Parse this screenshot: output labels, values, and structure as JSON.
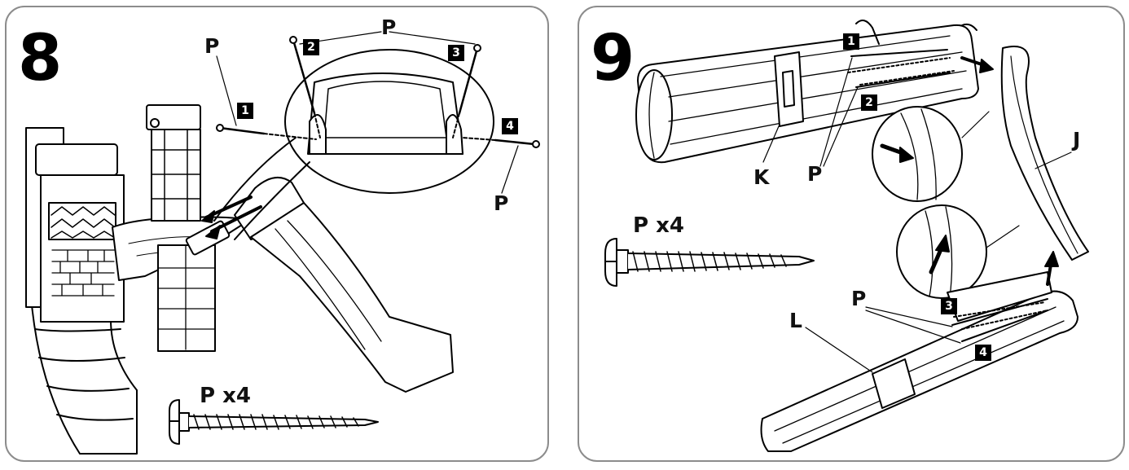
{
  "steps": [
    {
      "number": "8",
      "labels": {
        "p_top": "P",
        "p_left": "P",
        "p_right": "P",
        "quantity": "P x4"
      },
      "badges": [
        "1",
        "2",
        "3",
        "4"
      ]
    },
    {
      "number": "9",
      "labels": {
        "k": "K",
        "p_mid": "P",
        "j": "J",
        "l": "L",
        "p_lower": "P",
        "quantity": "P x4"
      },
      "badges": [
        "1",
        "2",
        "3",
        "4"
      ]
    }
  ]
}
